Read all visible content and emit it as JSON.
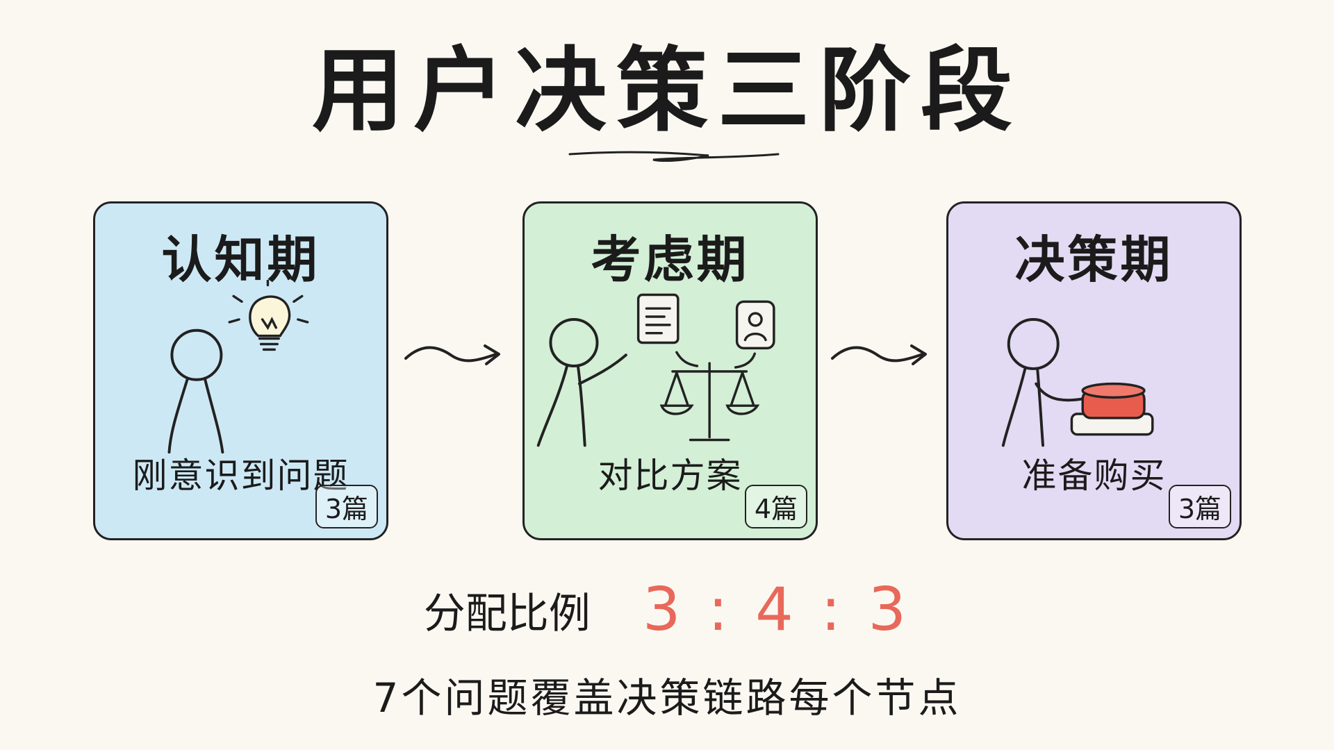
{
  "title": "用户决策三阶段",
  "stages": [
    {
      "title": "认知期",
      "caption": "刚意识到问题",
      "badge": "3篇",
      "color": "#cde8f5"
    },
    {
      "title": "考虑期",
      "caption": "对比方案",
      "badge": "4篇",
      "color": "#d3efd6"
    },
    {
      "title": "决策期",
      "caption": "准备购买",
      "badge": "3篇",
      "color": "#e3daf3"
    }
  ],
  "icons": [
    "lightbulb-icon",
    "document-icon",
    "profile-card-icon",
    "balance-scale-icon",
    "red-button-icon"
  ],
  "ratio": {
    "label": "分配比例",
    "value": "3 : 4 : 3",
    "color": "#e8685a"
  },
  "footer": "7个问题覆盖决策链路每个节点"
}
